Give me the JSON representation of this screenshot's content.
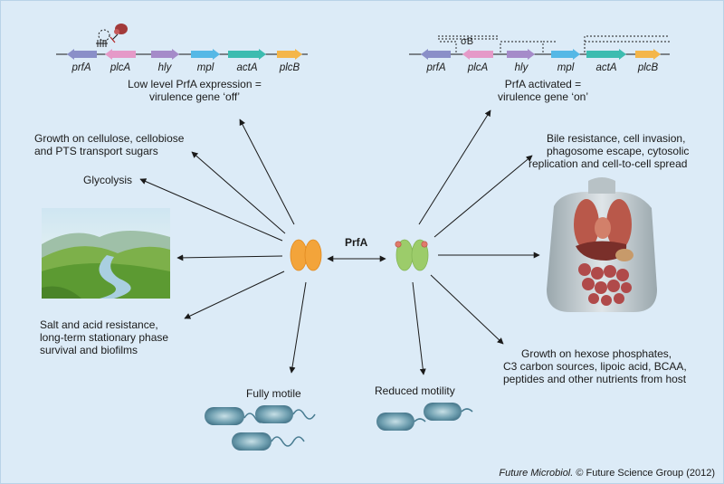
{
  "genes": [
    "prfA",
    "plcA",
    "hly",
    "mpl",
    "actA",
    "plcB"
  ],
  "off_caption": [
    "Low level PrfA expression =",
    "virulence gene ‘off’"
  ],
  "on_caption": [
    "PrfA activated =",
    "virulence gene ‘on’"
  ],
  "sigma_label": "σB",
  "center_label": "PrfA",
  "left_labels": {
    "cellulose": [
      "Growth on cellulose, cellobiose",
      "and PTS transport sugars"
    ],
    "glycolysis": "Glycolysis",
    "salt": [
      "Salt and acid resistance,",
      "long-term stationary phase",
      "survival and biofilms"
    ],
    "fully_motile": "Fully motile"
  },
  "right_labels": {
    "bile": [
      "Bile resistance, cell invasion,",
      "phagosome escape, cytosolic",
      "replication and cell-to-cell spread"
    ],
    "growth_host": [
      "Growth on hexose phosphates,",
      "C3 carbon sources, lipoic acid, BCAA,",
      "peptides and other nutrients from host"
    ],
    "reduced_motility": "Reduced motility"
  },
  "credit": {
    "journal": "Future Microbiol.",
    "rest": " © Future Science Group (2012)"
  },
  "colors": {
    "prfA": "#8a8fc8",
    "plcA": "#e59ac8",
    "hly": "#a58bc9",
    "mpl": "#55b8e6",
    "actA": "#3cbcb0",
    "plcB": "#f4b64a",
    "inactive_prfa": "#f3a43a",
    "active_prfa": "#9ccc6a",
    "background": "#dcebf7"
  },
  "icons": {
    "repressor": "red-repressor-icon",
    "landscape": "landscape-image",
    "human_body": "human-body-image",
    "bacteria": "bacterium-icon"
  }
}
